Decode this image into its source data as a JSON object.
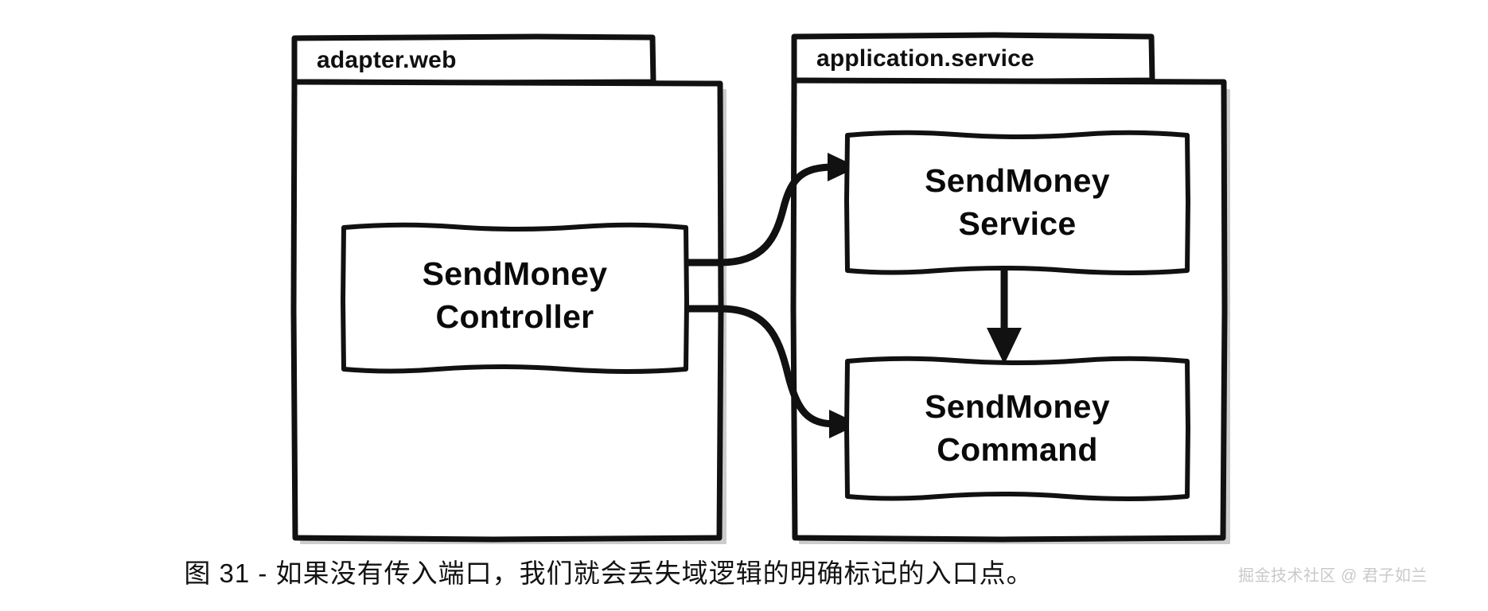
{
  "figure": {
    "caption": "图 31 - 如果没有传入端口，我们就会丢失域逻辑的明确标记的入口点。",
    "watermark": "掘金技术社区 @ 君子如兰"
  },
  "diagram": {
    "type": "uml-package-diagram",
    "packages": [
      {
        "id": "adapter-web",
        "label": "adapter.web",
        "nodes": [
          "sendmoney-controller"
        ]
      },
      {
        "id": "application-service",
        "label": "application.service",
        "nodes": [
          "sendmoney-service",
          "sendmoney-command"
        ]
      }
    ],
    "nodes": [
      {
        "id": "sendmoney-controller",
        "label": "SendMoney\nController",
        "package": "adapter-web"
      },
      {
        "id": "sendmoney-service",
        "label": "SendMoney\nService",
        "package": "application-service"
      },
      {
        "id": "sendmoney-command",
        "label": "SendMoney\nCommand",
        "package": "application-service"
      }
    ],
    "edges": [
      {
        "from": "sendmoney-controller",
        "to": "sendmoney-service",
        "style": "curved-arrow"
      },
      {
        "from": "sendmoney-controller",
        "to": "sendmoney-command",
        "style": "curved-arrow"
      },
      {
        "from": "sendmoney-service",
        "to": "sendmoney-command",
        "style": "straight-arrow"
      }
    ],
    "colors": {
      "stroke": "#111111",
      "fill": "#ffffff",
      "shadow": "#bcbcbc",
      "text": "#0a0a0a"
    }
  }
}
